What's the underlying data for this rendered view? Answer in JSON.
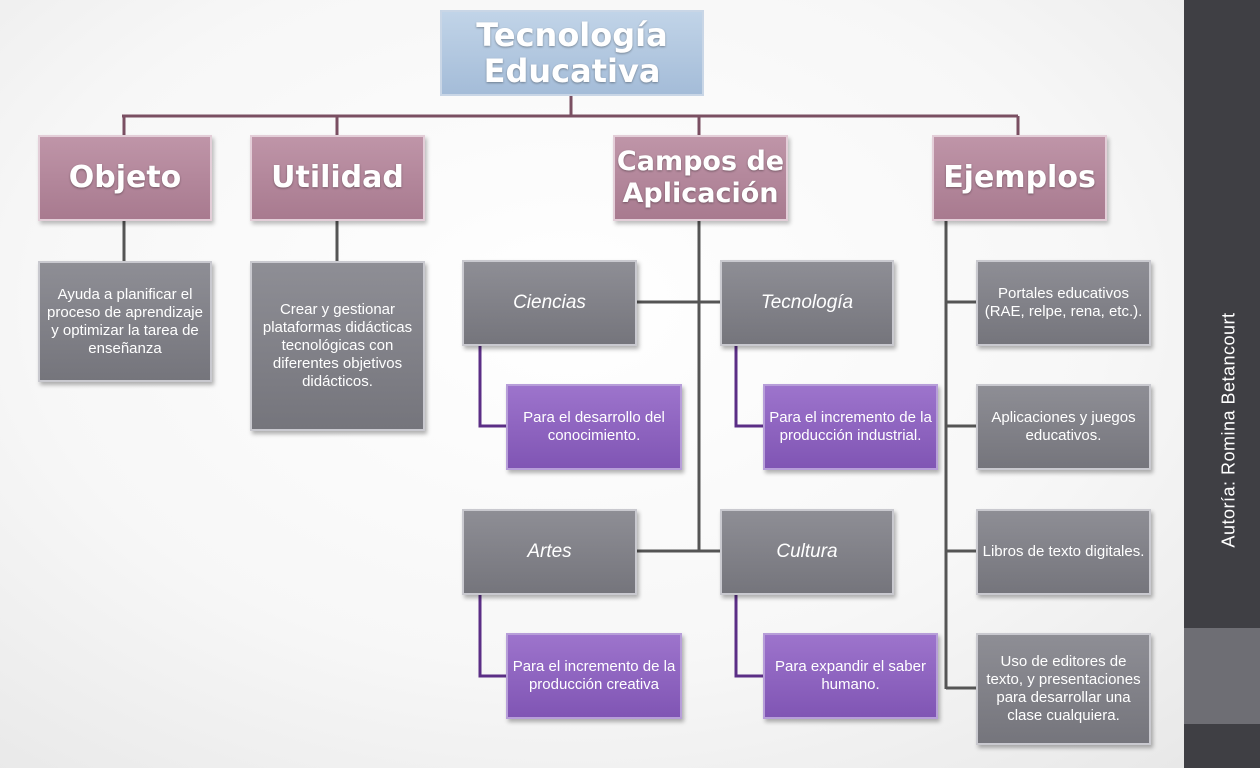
{
  "root": {
    "title": "Tecnología Educativa"
  },
  "categories": {
    "objeto": "Objeto",
    "utilidad": "Utilidad",
    "campos": "Campos de Aplicación",
    "ejemplos": "Ejemplos"
  },
  "objeto_desc": "Ayuda a planificar el proceso de aprendizaje y optimizar la tarea de enseñanza",
  "utilidad_desc": "Crear y gestionar plataformas didácticas tecnológicas con diferentes objetivos didácticos.",
  "fields": {
    "ciencias": {
      "name": "Ciencias",
      "desc": "Para el desarrollo del conocimiento."
    },
    "tecnologia": {
      "name": "Tecnología",
      "desc": "Para el incremento de la producción industrial."
    },
    "artes": {
      "name": "Artes",
      "desc": "Para el incremento de la producción creativa"
    },
    "cultura": {
      "name": "Cultura",
      "desc": "Para expandir el saber humano."
    }
  },
  "examples": [
    "Portales educativos (RAE, relpe, rena, etc.).",
    "Aplicaciones y juegos educativos.",
    "Libros de texto digitales.",
    "Uso de editores de texto, y presentaciones  para desarrollar una clase cualquiera."
  ],
  "author": "Autoría:  Romina  Betancourt",
  "colors": {
    "connector": "#7a4f62",
    "purple_connector": "#5b2e86",
    "root": "#a4bcd8",
    "category": "#b08494",
    "gray_box": "#808087",
    "purple_box": "#8f64c0",
    "side_panel": "#3f3f44"
  }
}
